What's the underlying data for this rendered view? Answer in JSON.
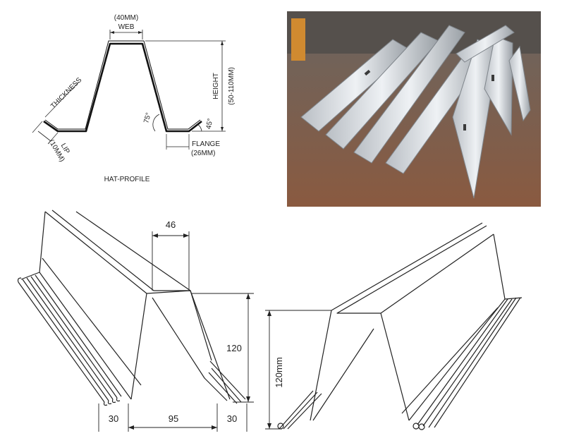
{
  "hat_profile": {
    "web_value": "(40MM)",
    "web_label": "WEB",
    "thickness_label": "THICKNESS",
    "lip_label": "LIP",
    "lip_value": "(10MM)",
    "height_label": "HEIGHT",
    "height_value": "(50-110MM)",
    "angle_web": "75°",
    "angle_lip": "45°",
    "flange_label": "FLANGE",
    "flange_value": "(26MM)",
    "caption": "HAT-PROFILE"
  },
  "iso_left": {
    "top_width": "46",
    "height": "120",
    "flange_left": "30",
    "base_width": "95",
    "flange_right": "30"
  },
  "iso_right": {
    "height": "120mm"
  }
}
